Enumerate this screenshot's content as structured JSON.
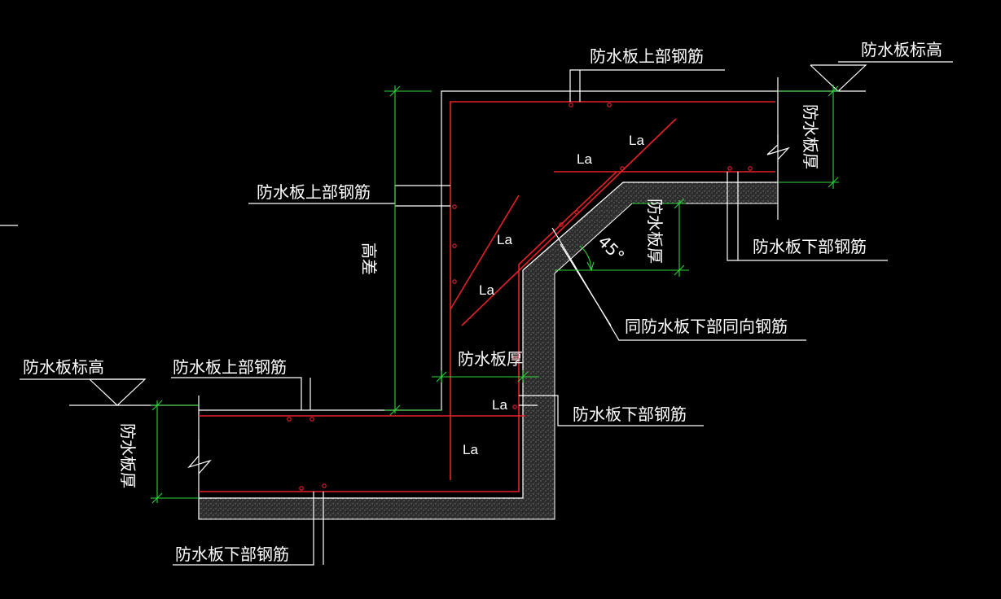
{
  "labels": {
    "top_right_upper_rebar": "防水板上部钢筋",
    "top_right_elevation": "防水板标高",
    "top_right_thickness": "防水板厚",
    "left_upper_rebar": "防水板上部钢筋",
    "height_diff": "高差",
    "mid_thickness": "防水板厚",
    "right_lower_rebar": "防水板下部钢筋",
    "angle": "45°",
    "same_direction_rebar": "同防水板下部同向钢筋",
    "bottom_thickness": "防水板厚",
    "bottom_left_elevation": "防水板标高",
    "bottom_left_upper_rebar": "防水板上部钢筋",
    "bottom_mid_lower_rebar": "防水板下部钢筋",
    "bottom_left_thickness": "防水板厚",
    "bottom_left_lower_rebar": "防水板下部钢筋"
  },
  "anchorage": {
    "la_1": "La",
    "la_2": "La",
    "la_3": "La",
    "la_4": "La",
    "la_5": "La",
    "la_6": "La"
  },
  "colors": {
    "background": "#000000",
    "lines": "#ffffff",
    "rebar": "#e8202a",
    "dimension": "#2fd43a",
    "concrete_fill": "#3a3a3a"
  }
}
